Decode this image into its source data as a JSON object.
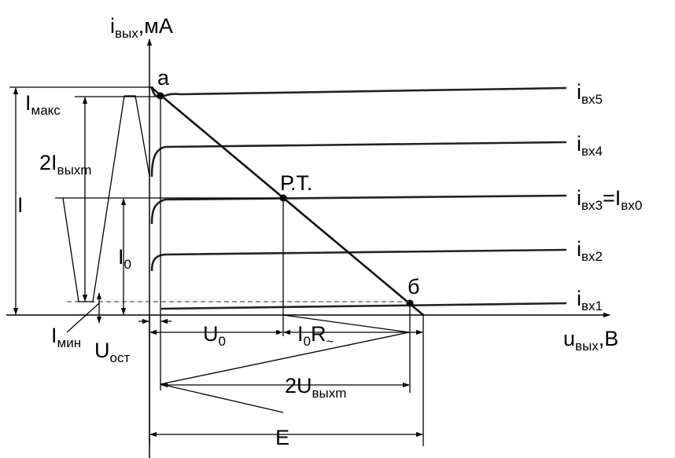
{
  "axes": {
    "y_main": "i",
    "y_sub": "вых",
    "y_unit": ",мА",
    "x_main": "u",
    "x_sub": "вых",
    "x_unit": ",В"
  },
  "points": {
    "a": "а",
    "b": "б",
    "pt": "Р.Т."
  },
  "curves": [
    {
      "main": "i",
      "sub": "вх5",
      "eq_main": "",
      "eq_sub": ""
    },
    {
      "main": "i",
      "sub": "вх4",
      "eq_main": "",
      "eq_sub": ""
    },
    {
      "main": "i",
      "sub": "вх3",
      "eq_main": "=I",
      "eq_sub": "вх0"
    },
    {
      "main": "i",
      "sub": "вх2",
      "eq_main": "",
      "eq_sub": ""
    },
    {
      "main": "i",
      "sub": "вх1",
      "eq_main": "",
      "eq_sub": ""
    }
  ],
  "labels": {
    "imax_main": "I",
    "imax_sub": "макс",
    "i2m_main": "2I",
    "i2m_sub": "выхm",
    "i_total": "I",
    "i0_main": "I",
    "i0_sub": "0",
    "imin_main": "I",
    "imin_sub": "мин",
    "uost_main": "U",
    "uost_sub": "ост",
    "u0_main": "U",
    "u0_sub": "0",
    "i0r_main": "I",
    "i0r_sub1": "0",
    "i0r_tail": "R",
    "i0r_sub2": "~",
    "u2m_main": "2U",
    "u2m_sub": "выхm",
    "e": "E"
  }
}
